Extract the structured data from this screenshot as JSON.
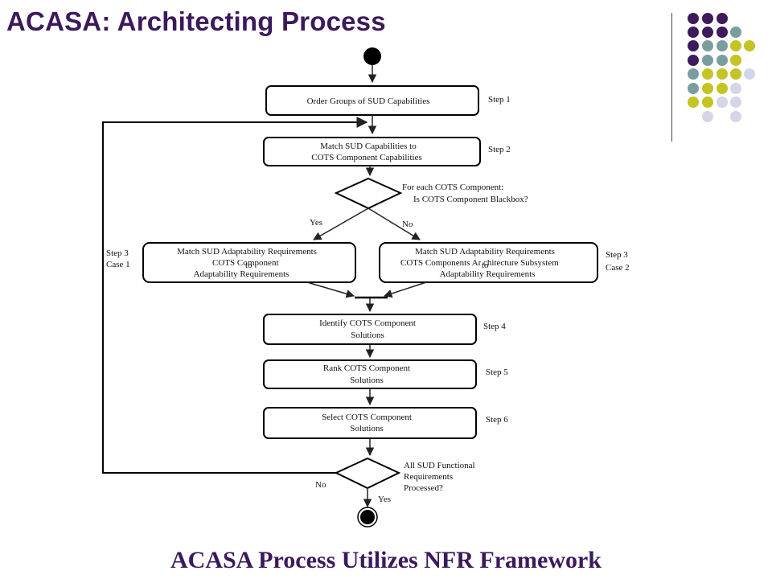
{
  "slide": {
    "title": "ACASA: Architecting Process",
    "footer": "ACASA Process Utilizes NFR Framework"
  },
  "diagram": {
    "step1_box": "Order Groups of SUD Capabilities",
    "step1_label": "Step 1",
    "step2_box_line1": "Match SUD Capabilities to",
    "step2_box_line2": "COTS Component Capabilities",
    "step2_label": "Step 2",
    "decision1_line1": "For each COTS Component:",
    "decision1_line2": "Is COTS Component   Blackbox?",
    "yes_label": "Yes",
    "no_label": "No",
    "case1_line1": "Match SUD Adaptability Requirements",
    "case1_line2": "COTS Co",
    "case1_overlap": "to",
    "case1_line2b": "mponent",
    "case1_line3": "Adaptability Requirements",
    "case1_label_line1": "Step 3",
    "case1_label_line2": "Case 1",
    "case2_line1": "Match SUD Adaptability Requirements",
    "case2_line2": "COTS Components Ar",
    "case2_overlap": "to",
    "case2_line2b": "chitecture Subsystem",
    "case2_line3": "Adaptability Requirements",
    "case2_label_line1": "Step 3",
    "case2_label_line2": "Case 2",
    "step4_line1": "Identify COTS Component",
    "step4_line2": "Solutions",
    "step4_label": "Step 4",
    "step5_line1": "Rank COTS Component",
    "step5_line2": "Solutions",
    "step5_label": "Step 5",
    "step6_line1": "Select COTS Component",
    "step6_line2": "Solutions",
    "step6_label": "Step 6",
    "decision2_line1": "All SUD Functional",
    "decision2_line2": "Requirements",
    "decision2_line3": "Processed?",
    "decision2_no": "No",
    "decision2_yes": "Yes"
  },
  "colors": {
    "title": "#3b1a5c",
    "dot_purple": "#3d1a5b",
    "dot_teal": "#7a9e9f",
    "dot_yellow": "#c4c425",
    "dot_lavender": "#d5d5e8"
  }
}
